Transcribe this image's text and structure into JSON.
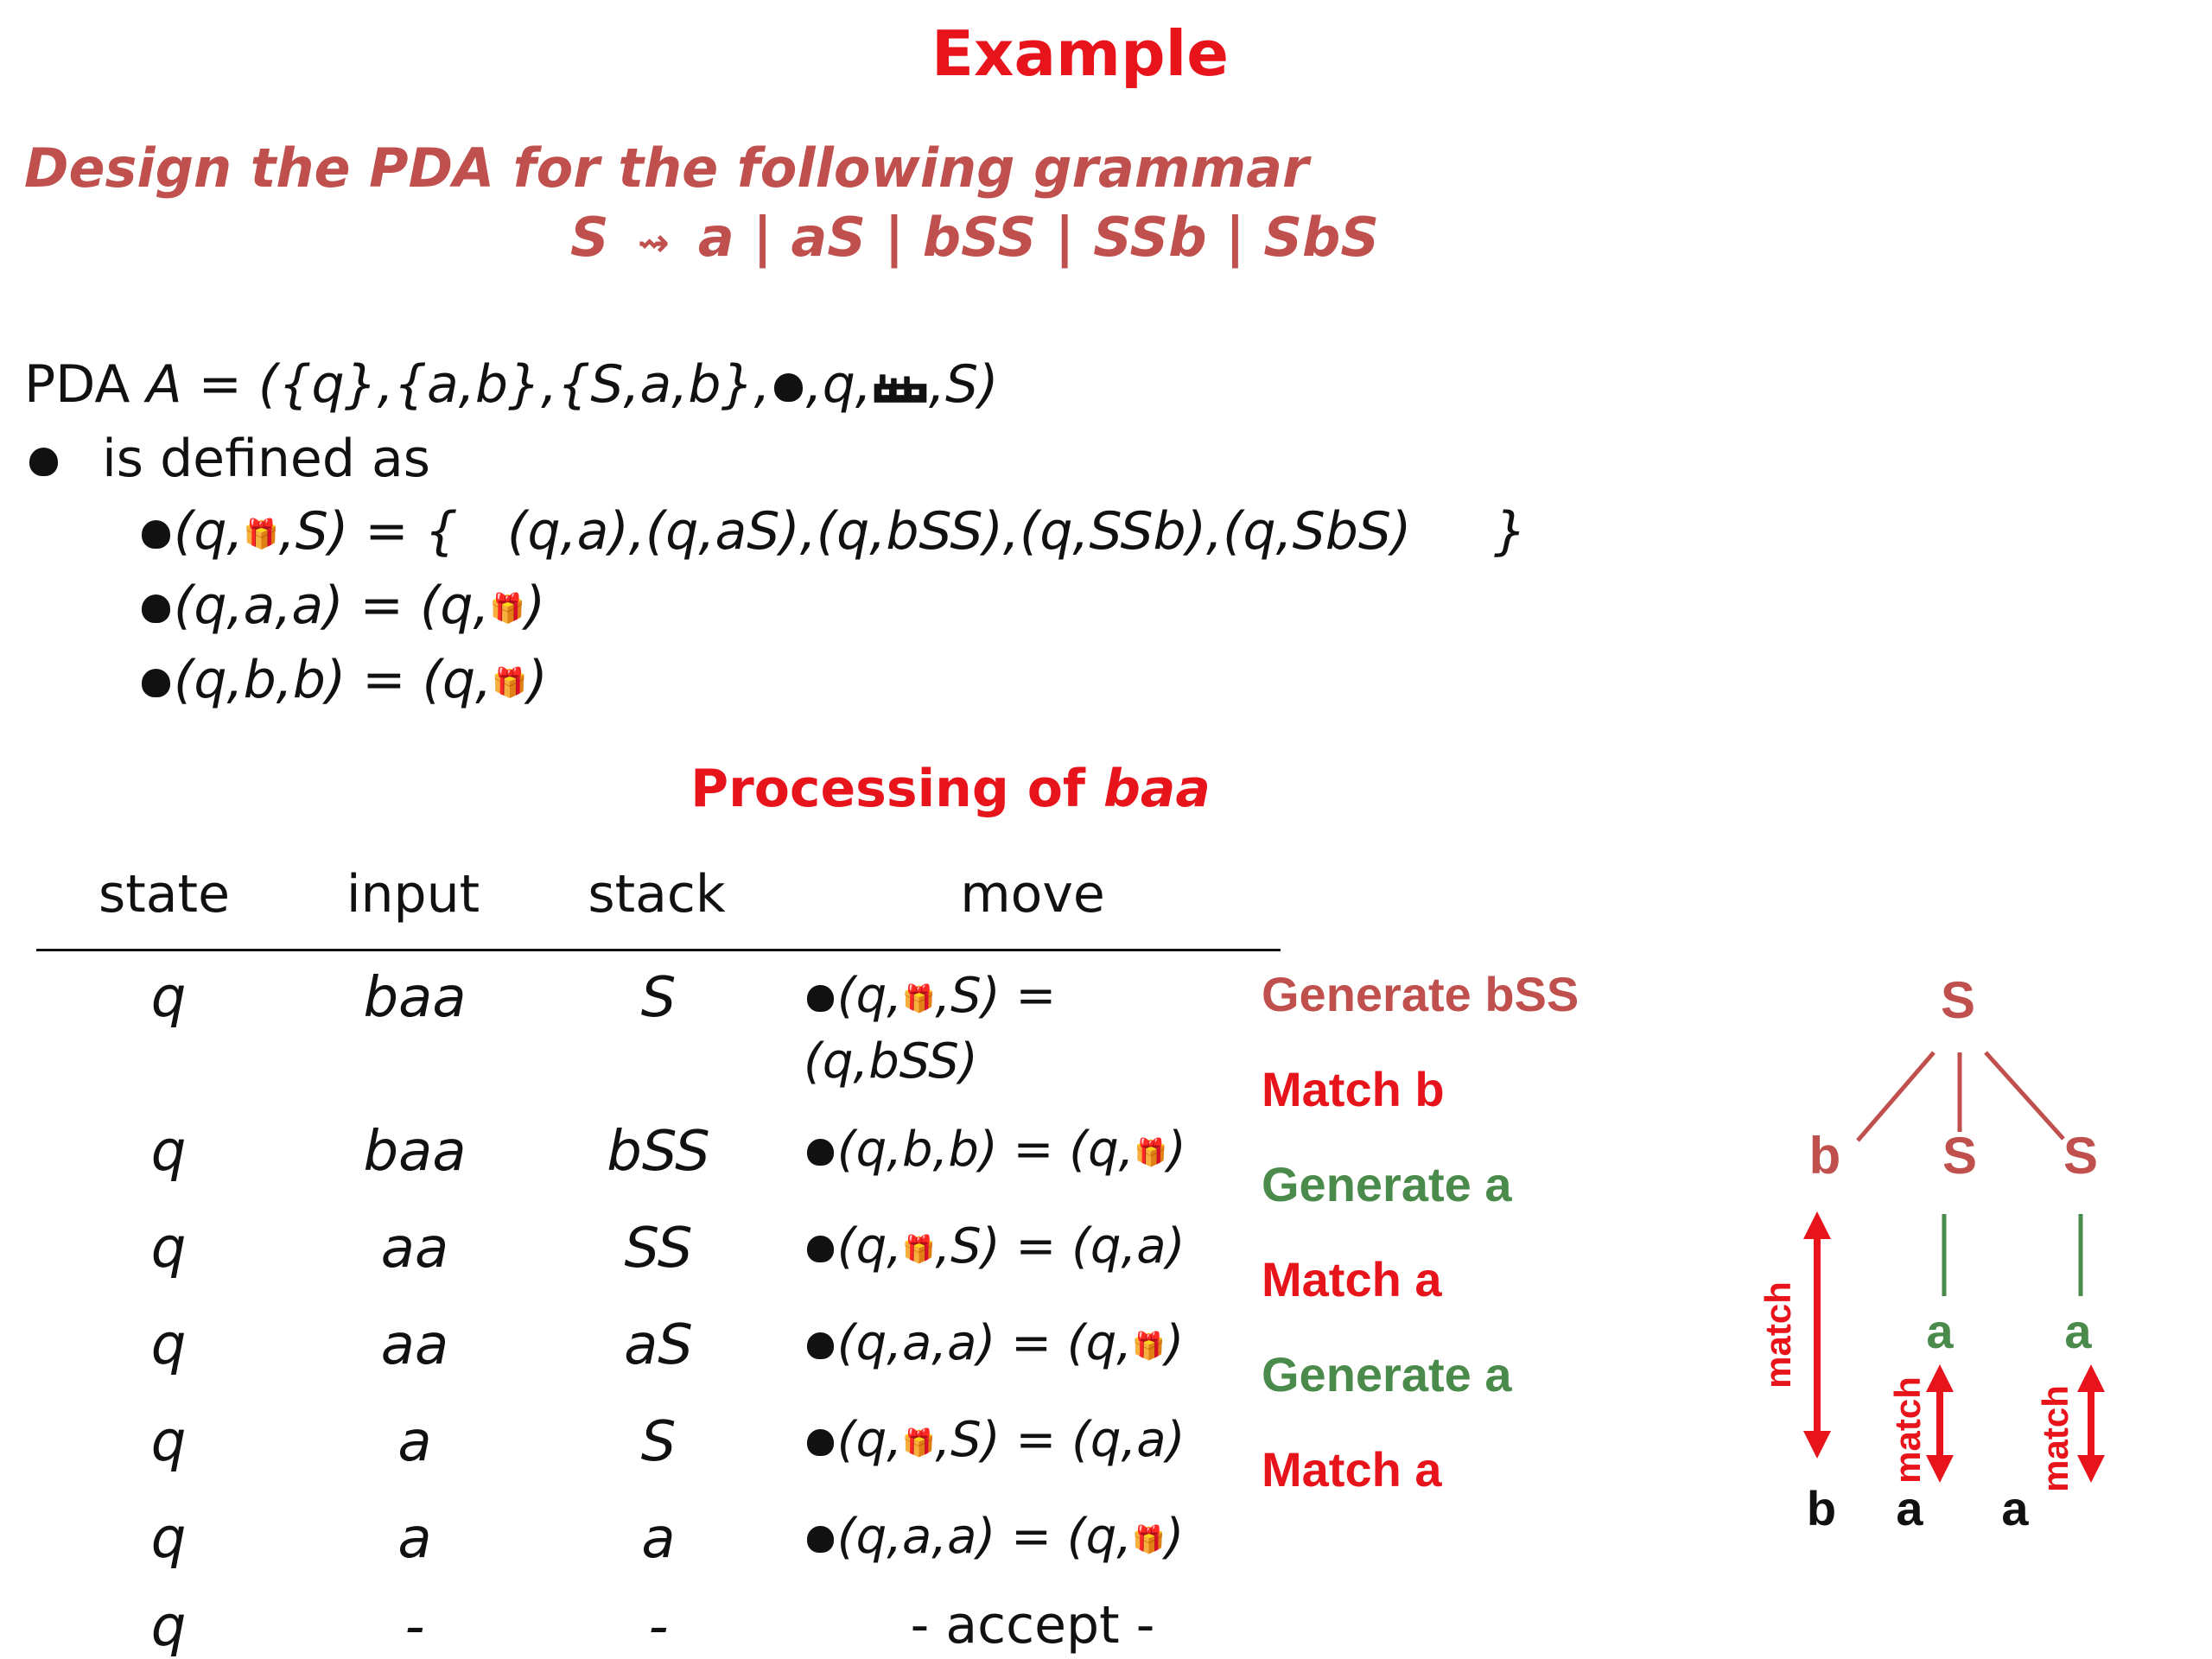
{
  "title": "Example",
  "design_line": "Design the PDA for the following grammar",
  "grammar": {
    "lhs": "S",
    "arrow_icon": "arrow-symbol-icon",
    "rhs": "a | aS | bSS | SSb | SbS"
  },
  "pda": {
    "prefix": "PDA",
    "name": "A",
    "equals": " = ",
    "open": "({q},{a,b},{S,a,b},",
    "mid": ",q,",
    "close": ",S)",
    "delta_icon": "delta-symbol-icon",
    "z0_icon": "stack-bottom-symbol-icon",
    "defined_as": "is defined as",
    "rules": [
      {
        "lhs": "(q,",
        "lhs_end": ",S)",
        "rhs": " = {   (q,a),(q,aS),(q,bSS),(q,SSb),(q,SbS)     }"
      },
      {
        "lhs": "(q,a,a)",
        "rhs": " = (q,",
        "rhs_end": ")"
      },
      {
        "lhs": "(q,b,b)",
        "rhs": " = (q,",
        "rhs_end": ")"
      }
    ]
  },
  "processing": {
    "label": "Processing of ",
    "word": "baa"
  },
  "table": {
    "headers": [
      "state",
      "input",
      "stack",
      "move"
    ],
    "rows": [
      {
        "state": "q",
        "input": "baa",
        "stack": "S",
        "move_a": "(q,",
        "move_b": ",S) =",
        "move_c": "(q,bSS)"
      },
      {
        "state": "q",
        "input": "baa",
        "stack": "bSS",
        "move_a": "(q,b,b) = (q,",
        "move_b": ")"
      },
      {
        "state": "q",
        "input": "aa",
        "stack": "SS",
        "move_a": "(q,",
        "move_b": ",S) = (q,a)"
      },
      {
        "state": "q",
        "input": "aa",
        "stack": "aS",
        "move_a": "(q,a,a) = (q,",
        "move_b": ")"
      },
      {
        "state": "q",
        "input": "a",
        "stack": "S",
        "move_a": "(q,",
        "move_b": ",S) = (q,a)"
      },
      {
        "state": "q",
        "input": "a",
        "stack": "a",
        "move_a": "(q,a,a) = (q,",
        "move_b": ")"
      },
      {
        "state": "q",
        "input": "-",
        "stack": "-",
        "move_a": "- accept -"
      }
    ]
  },
  "notes": [
    "Generate bSS",
    "Match b",
    "Generate a",
    "Match a",
    "Generate a",
    "Match a"
  ],
  "tree": {
    "root": "S",
    "children": [
      "b",
      "S",
      "S"
    ],
    "generated": [
      "a",
      "a"
    ],
    "leaves": [
      "b",
      "a",
      "a"
    ],
    "match_label": "match"
  },
  "colors": {
    "title_red": "#e8141c",
    "subtitle_red": "#c0504d",
    "green": "#4a8a4a"
  },
  "epsilon_icon": "epsilon-symbol-icon"
}
